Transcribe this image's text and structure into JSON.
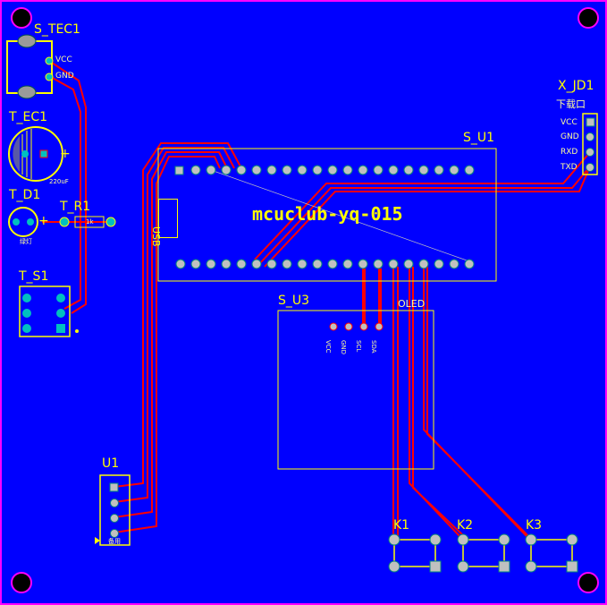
{
  "colors": {
    "board": "#0000ff",
    "copper": "#ff0000",
    "silk": "#ffff00",
    "pad": "#008080",
    "edge": "#ff00ff"
  },
  "components": {
    "s_tec1": {
      "ref": "S_TEC1",
      "pin1": "VCC",
      "pin2": "GND"
    },
    "t_ec1": {
      "ref": "T_EC1",
      "value": "220uF",
      "polarity": "+"
    },
    "t_d1": {
      "ref": "T_D1",
      "value": "绿灯",
      "polarity": "+"
    },
    "t_r1": {
      "ref": "T_R1",
      "value": "1k"
    },
    "t_s1": {
      "ref": "T_S1"
    },
    "s_u1": {
      "ref": "S_U1",
      "title": "mcuclub-yq-015",
      "usb": "USB"
    },
    "x_jd1": {
      "ref": "X_JD1",
      "subtitle": "下载口",
      "pins": [
        "VCC",
        "GND",
        "RXD",
        "TXD"
      ]
    },
    "s_u3": {
      "ref": "S_U3",
      "name": "OLED",
      "pins": [
        "VCC",
        "GND",
        "SCL",
        "SDA"
      ]
    },
    "u1": {
      "ref": "U1",
      "note": "备用"
    },
    "keys": [
      "K1",
      "K2",
      "K3"
    ]
  }
}
